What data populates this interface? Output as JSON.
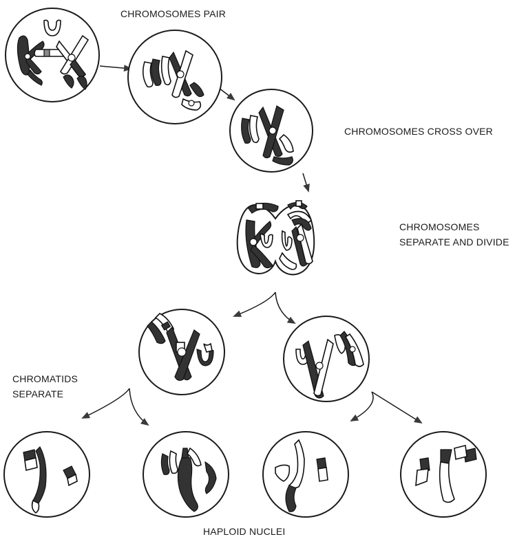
{
  "diagram": {
    "labels": {
      "pair": "CHROMOSOMES PAIR",
      "cross_over": "CHROMOSOMES CROSS OVER",
      "separate_line1": "CHROMOSOMES",
      "separate_line2": "SEPARATE AND DIVIDE",
      "chromatids_line1": "CHROMATIDS",
      "chromatids_line2": "SEPARATE",
      "haploid": "HAPLOID NUCLEI"
    },
    "stages": [
      "chromosomes pair",
      "chromosomes cross over",
      "chromosomes separate and divide",
      "chromatids separate",
      "haploid nuclei"
    ],
    "colors": {
      "outline": "#1a1a1a",
      "dark_chromatid": "#333333",
      "light_chromatid": "#ffffff"
    }
  }
}
